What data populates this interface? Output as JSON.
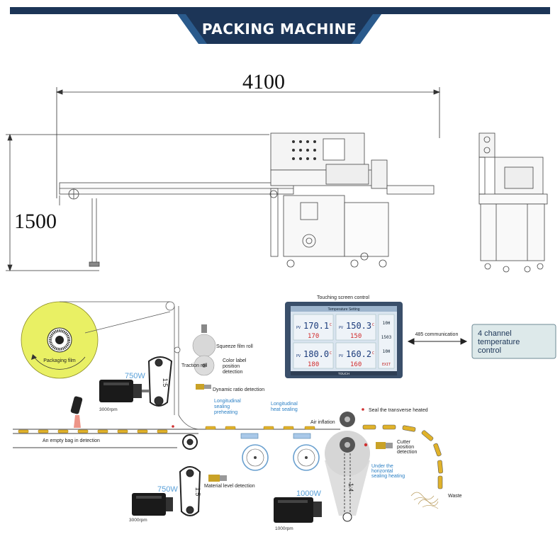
{
  "header": {
    "title": "PACKING MACHINE",
    "colors": {
      "banner": "#1c3557",
      "accent": "#2a5a8c"
    }
  },
  "dimensions": {
    "length": "4100",
    "height": "1500"
  },
  "control_panel": {
    "title": "Touching screen control",
    "screen_header": "Temperature Setting",
    "brand": "TOUCH",
    "channels": [
      {
        "pv": "170.1",
        "unit": "C",
        "sv": "170"
      },
      {
        "pv": "150.3",
        "unit": "C",
        "sv": "150"
      },
      {
        "pv": "180.0",
        "unit": "C",
        "sv": "180"
      },
      {
        "pv": "160.2",
        "unit": "C",
        "sv": "160"
      }
    ],
    "pv_label": "PV",
    "side_values": [
      "10H",
      "1503",
      "10H",
      "EXIT"
    ],
    "communication": "485 communication",
    "temp_box": [
      "4 channel",
      "temperature",
      "control"
    ]
  },
  "diagram": {
    "film_label": "Packaging film",
    "labels": {
      "squeeze": "Squeeze film roll",
      "traction": "Traction roll",
      "color_label": [
        "Color label",
        "position",
        "detection"
      ],
      "dynamic_ratio": "Dynamic ratio detection",
      "long_preheat": [
        "Longitudinal",
        "sealing",
        "preheating"
      ],
      "long_heat": [
        "Longitudinal",
        "heat sealing"
      ],
      "air_inflation": "Air inflation",
      "seal_transverse": "Seal the transverse heated",
      "cutter": [
        "Cutter",
        "position",
        "detection"
      ],
      "under_horizontal": [
        "Under the",
        "horizontal",
        "sealing heating"
      ],
      "empty_bag": "An empty bag in detection",
      "material_level": "Material level detection",
      "waste": "Waste"
    },
    "motors": [
      {
        "watt": "750W",
        "rpm": "3000rpm"
      },
      {
        "watt": "750W",
        "rpm": "3000rpm"
      },
      {
        "watt": "1000W",
        "rpm": "1000rpm"
      }
    ],
    "ratios": [
      "1:5",
      "1:5",
      "1:4"
    ]
  }
}
